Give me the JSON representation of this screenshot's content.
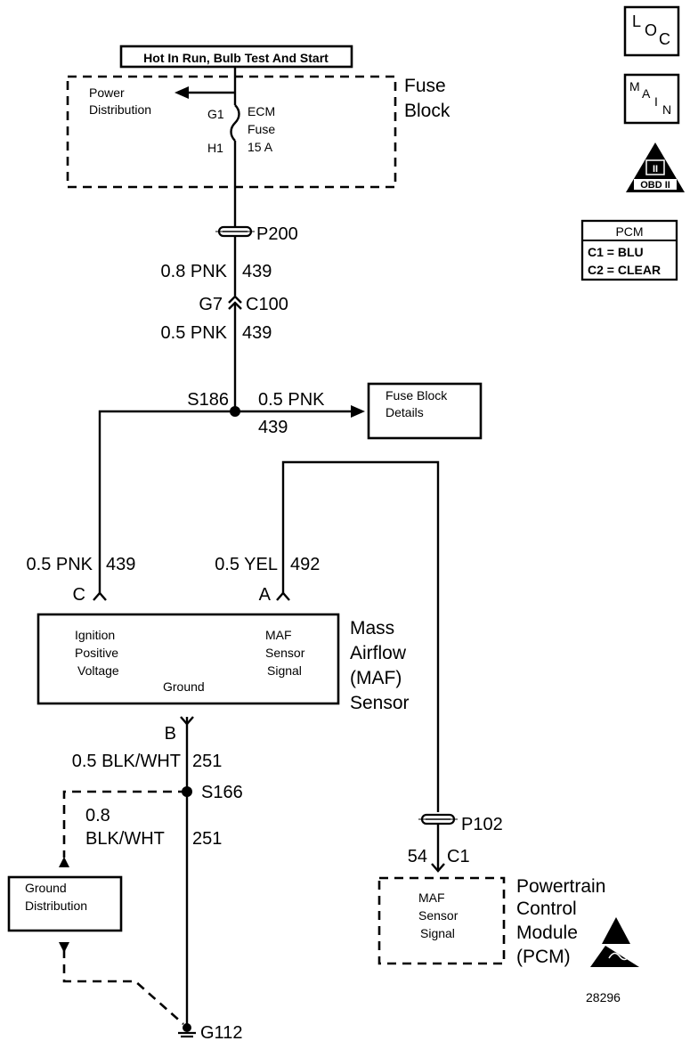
{
  "fuse_block": {
    "header": "Hot In Run, Bulb Test And Start",
    "title_line1": "Fuse",
    "title_line2": "Block",
    "power_dist_line1": "Power",
    "power_dist_line2": "Distribution",
    "g1": "G1",
    "h1": "H1",
    "fuse_line1": "ECM",
    "fuse_line2": "Fuse",
    "fuse_line3": "15 A"
  },
  "side_icons": {
    "loc": [
      "L",
      "O",
      "C"
    ],
    "main": [
      "M",
      "A",
      "I",
      "N"
    ],
    "obd": "OBD II",
    "obd_mark": "II"
  },
  "pcm_table": {
    "title": "PCM",
    "row1": "C1 = BLU",
    "row2": "C2 = CLEAR"
  },
  "connectors": {
    "p200": "P200",
    "c100": "C100",
    "g7": "G7",
    "p102": "P102",
    "pin54": "54",
    "c1": "C1"
  },
  "wires": {
    "upper_gauge": "0.8 PNK",
    "upper_circuit": "439",
    "lower_gauge": "0.5 PNK",
    "lower_circuit": "439",
    "branch_gauge": "0.5 PNK",
    "branch_circuit": "439",
    "c_gauge": "0.5 PNK",
    "c_circuit": "439",
    "a_gauge": "0.5 YEL",
    "a_circuit": "492",
    "b_gauge": "0.5 BLK/WHT",
    "b_circuit": "251",
    "g_gauge_line1": "0.8",
    "g_gauge_line2": "BLK/WHT",
    "g_circuit": "251"
  },
  "splices": {
    "s186": "S186",
    "s166": "S166",
    "g112": "G112"
  },
  "fuse_details": {
    "line1": "Fuse Block",
    "line2": "Details"
  },
  "maf_sensor": {
    "pin_c": "C",
    "pin_a": "A",
    "pin_b": "B",
    "ign_line1": "Ignition",
    "ign_line2": "Positive",
    "ign_line3": "Voltage",
    "ground": "Ground",
    "maf_line1": "MAF",
    "maf_line2": "Sensor",
    "maf_line3": "Signal",
    "title_line1": "Mass",
    "title_line2": "Airflow",
    "title_line3": "(MAF)",
    "title_line4": "Sensor"
  },
  "ground_dist": {
    "line1": "Ground",
    "line2": "Distribution"
  },
  "pcm": {
    "sig_line1": "MAF",
    "sig_line2": "Sensor",
    "sig_line3": "Signal",
    "title_line1": "Powertrain",
    "title_line2": "Control",
    "title_line3": "Module",
    "title_line4": "(PCM)"
  },
  "figure_number": "28296"
}
